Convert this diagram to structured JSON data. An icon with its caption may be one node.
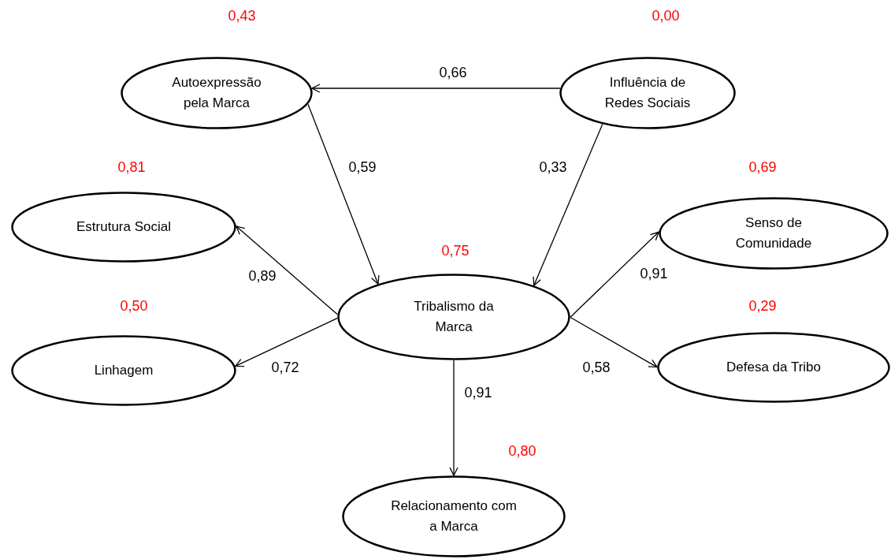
{
  "diagram": {
    "nodes": [
      {
        "text": [
          "Autoexpressão pela Marca"
        ],
        "beside": [
          "0,43"
        ]
      },
      {
        "text": [
          "Influência de Redes Sociais"
        ],
        "beside": [
          "0,00"
        ]
      },
      {
        "text": [
          "Estrutura Social"
        ],
        "beside": [
          "0,81"
        ]
      },
      {
        "text": [
          "Senso de Comunidade"
        ],
        "beside": [
          "0,69"
        ]
      },
      {
        "text": [
          "Tribalismo da Marca"
        ],
        "beside": [
          "0,75"
        ]
      },
      {
        "text": [
          "Linhagem"
        ],
        "beside": [
          "0,50"
        ]
      },
      {
        "text": [
          "Defesa da Tribo"
        ],
        "beside": [
          "0,29"
        ]
      },
      {
        "text": [
          "Relacionamento com a Marca"
        ],
        "beside": [
          "0,80"
        ]
      }
    ],
    "edges": [
      {
        "from": 1,
        "to": 0,
        "arrow": "to",
        "label": "0,66"
      },
      {
        "from": 0,
        "to": 4,
        "arrow": "to",
        "label": "0,59"
      },
      {
        "from": 1,
        "to": 4,
        "arrow": "to",
        "label": "0,33"
      },
      {
        "from": 4,
        "to": 2,
        "arrow": "to",
        "label": "0,89"
      },
      {
        "from": 4,
        "to": 5,
        "arrow": "to",
        "label": "0,72"
      },
      {
        "from": 4,
        "to": 3,
        "arrow": "to",
        "label": "0,91"
      },
      {
        "from": 4,
        "to": 6,
        "arrow": "to",
        "label": "0,58"
      },
      {
        "from": 4,
        "to": 7,
        "arrow": "to",
        "label": "0,91"
      }
    ]
  }
}
